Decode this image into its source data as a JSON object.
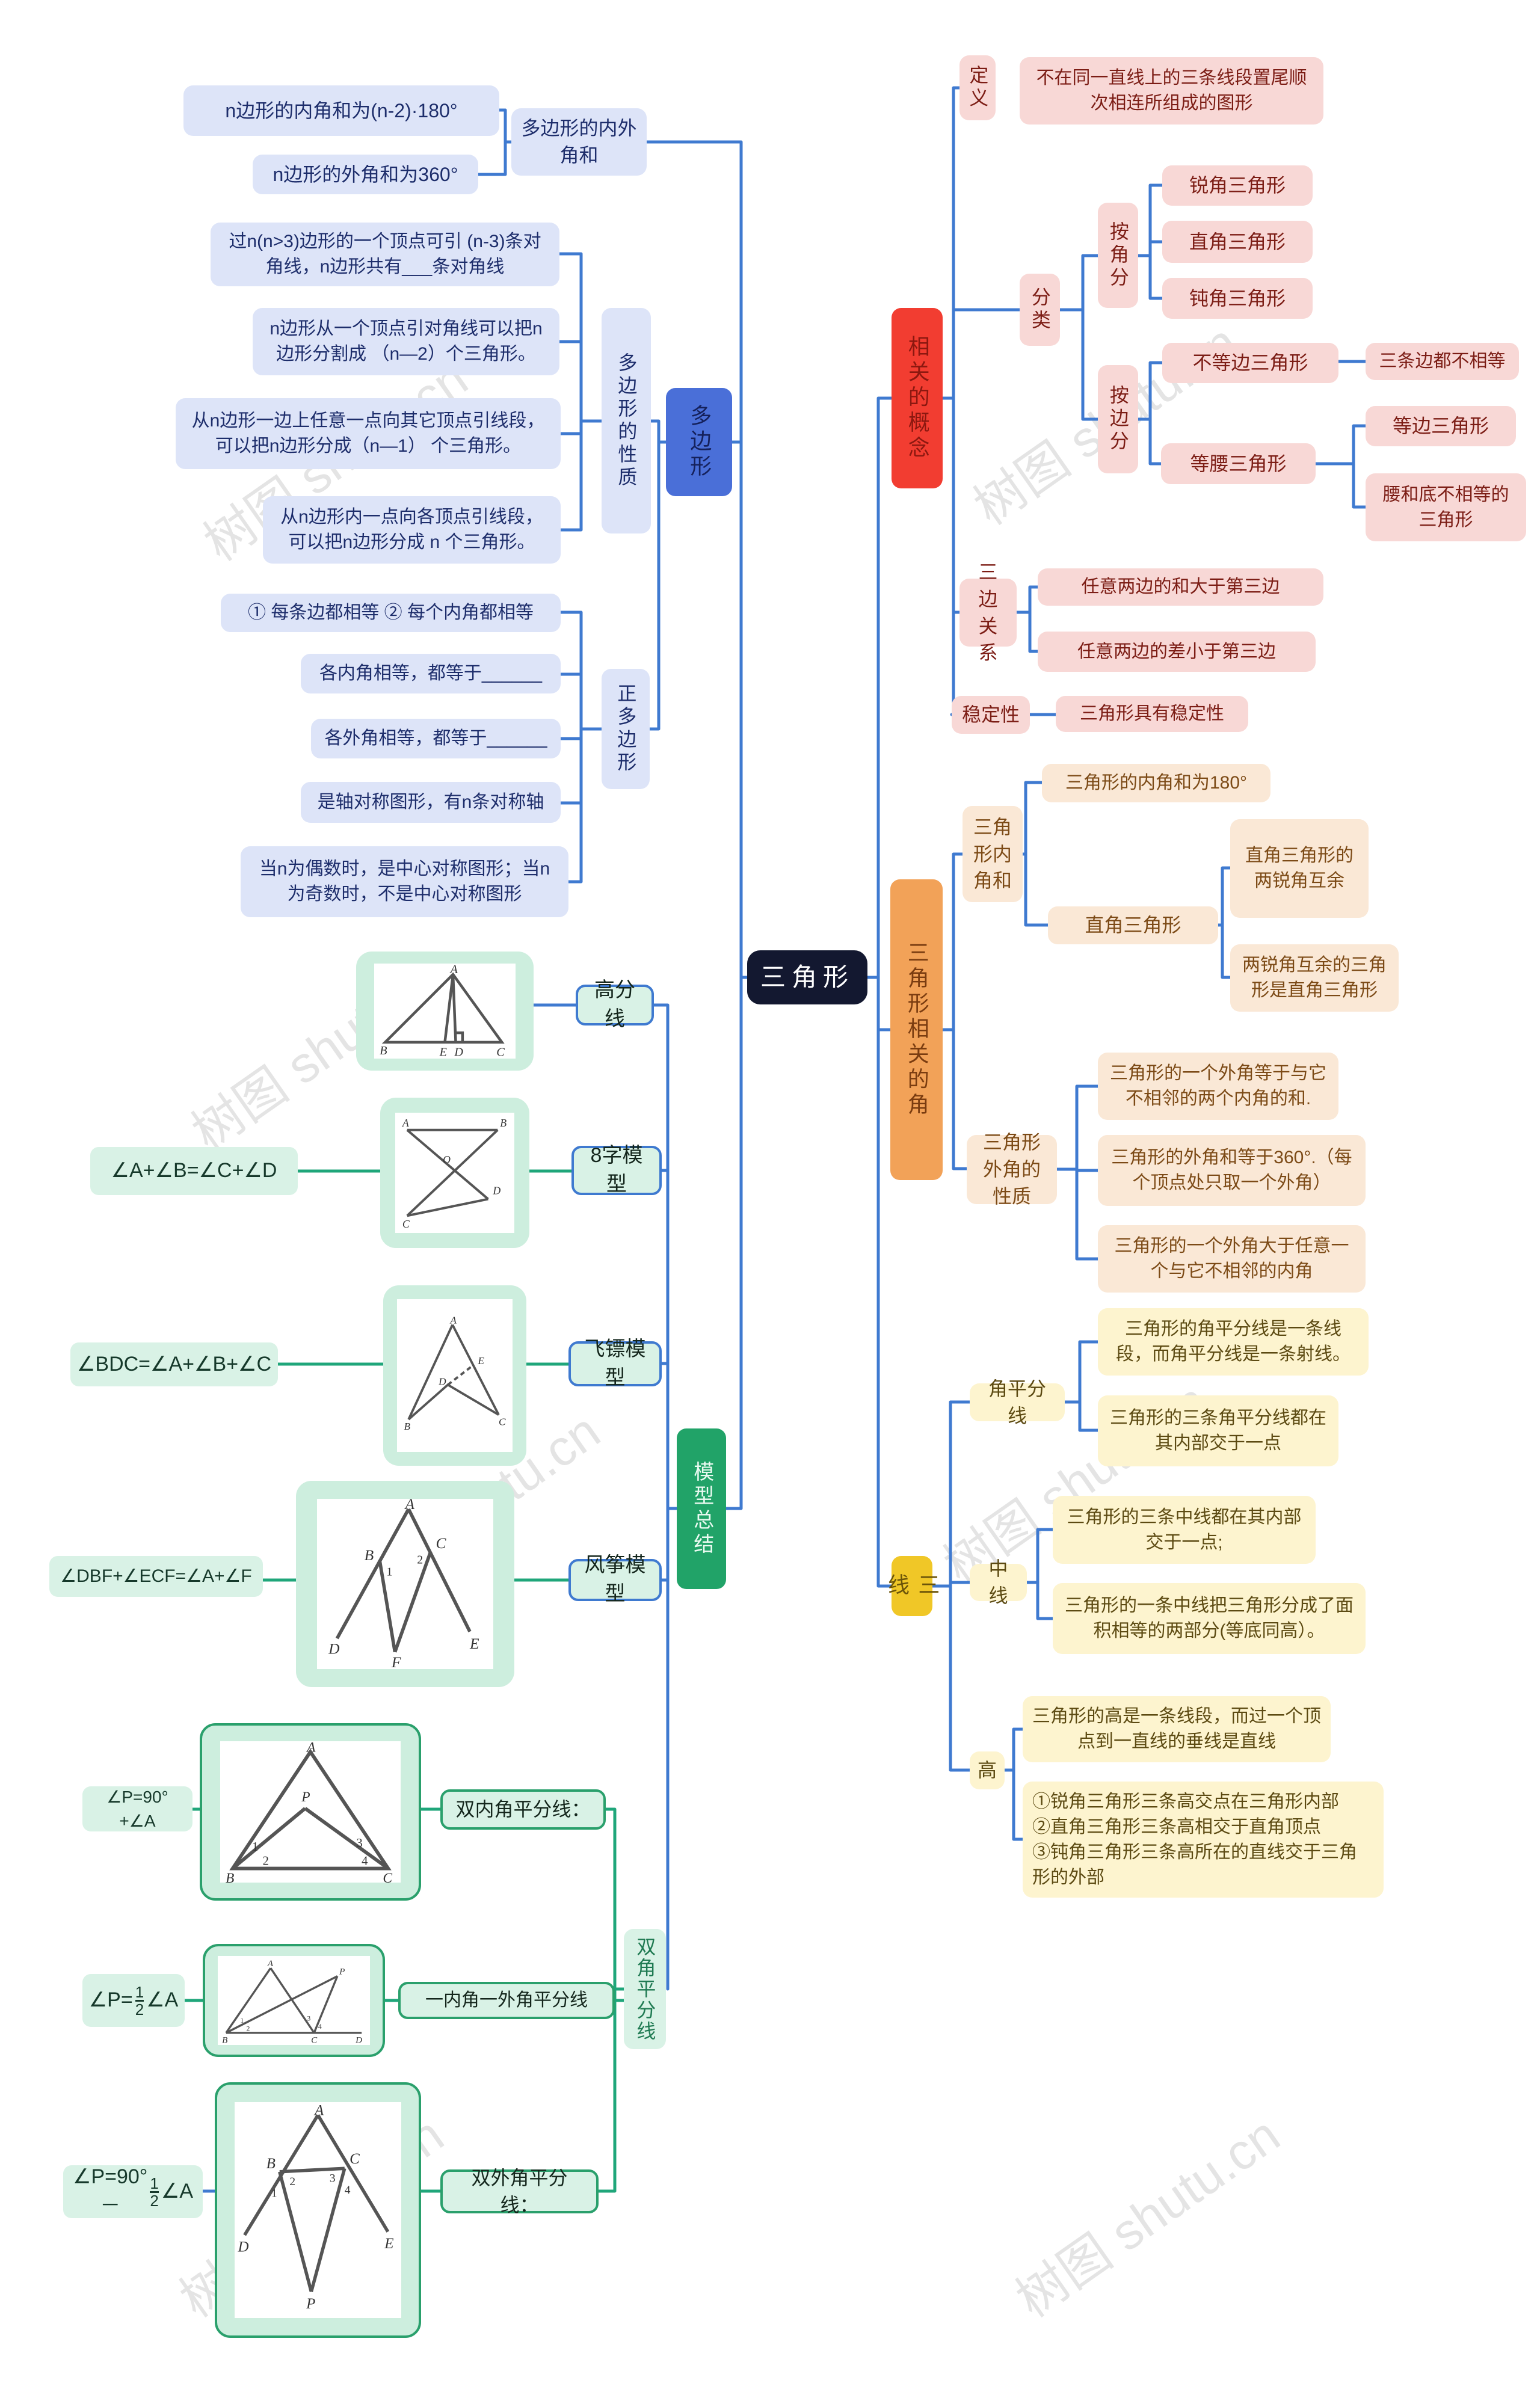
{
  "watermark": {
    "text": "树图 shutu.cn"
  },
  "root": {
    "label": "三角形"
  },
  "polygon": {
    "label": "多边形",
    "sum_node": "多边形的内外角和",
    "sum_items": [
      "n边形的内角和为(n-2)·180°",
      "n边形的外角和为360°"
    ],
    "props_node": "多边形的性质",
    "props_items": [
      "过n(n>3)边形的一个顶点可引 (n-3)条对角线，n边形共有___条对角线",
      "n边形从一个顶点引对角线可以把n边形分割成 （n—2）个三角形。",
      "从n边形一边上任意一点向其它顶点引线段，可以把n边形分成（n—1） 个三角形。",
      "从n边形内一点向各顶点引线段，可以把n边形分成 n 个三角形。"
    ],
    "regular_node": "正多边形",
    "regular_items": [
      "① 每条边都相等 ② 每个内角都相等",
      "各内角相等，都等于______",
      "各外角相等，都等于______",
      "是轴对称图形，有n条对称轴",
      "当n为偶数时，是中心对称图形；当n为奇数时，不是中心对称图形"
    ]
  },
  "concepts": {
    "label": "相关的概念",
    "definition_node": "定义",
    "definition_text": "不在同一直线上的三条线段置尾顺次相连所组成的图形",
    "classify_node": "分类",
    "by_angle_node": "按角分",
    "by_angle_items": [
      "锐角三角形",
      "直角三角形",
      "钝角三角形"
    ],
    "by_side_node": "按边分",
    "scalene": "不等边三角形",
    "scalene_note": "三条边都不相等",
    "isosceles": "等腰三角形",
    "equilateral": "等边三角形",
    "isosceles_note": "腰和底不相等的三角形",
    "sides_node": "三边关系",
    "sides_items": [
      "任意两边的和大于第三边",
      "任意两边的差小于第三边"
    ],
    "stability_node": "稳定性",
    "stability_text": "三角形具有稳定性"
  },
  "angles": {
    "label": "三角形相关的角",
    "interior_node": "三角形内角和",
    "interior_sum": "三角形的内角和为180°",
    "right_node": "直角三角形",
    "right_items": [
      "直角三角形的两锐角互余",
      "两锐角互余的三角形是直角三角形"
    ],
    "exterior_node": "三角形外角的性质",
    "exterior_items": [
      "三角形的一个外角等于与它不相邻的两个内角的和.",
      "三角形的外角和等于360°.（每个顶点处只取一个外角）",
      "三角形的一个外角大于任意一个与它不相邻的内角"
    ]
  },
  "lines3": {
    "label": "三线",
    "bisector_node": "角平分线",
    "bisector_items": [
      "三角形的角平分线是一条线段，而角平分线是一条射线。",
      "三角形的三条角平分线都在其内部交于一点"
    ],
    "median_node": "中线",
    "median_items": [
      "三角形的三条中线都在其内部交于一点;",
      "三角形的一条中线把三角形分成了面积相等的两部分(等底同高）。"
    ],
    "height_node": "高",
    "height_items": [
      "三角形的高是一条线段，而过一个顶点到一直线的垂线是直线",
      "①锐角三角形三条高交点在三角形内部　　②直角三角形三条高相交于直角顶点　　　　③钝角三角形三条高所在的直线交于三角形的外部"
    ]
  },
  "models": {
    "label": "模型总结",
    "height_label": "高分线",
    "eight_label": "8字模型",
    "eight_formula": "∠A+∠B=∠C+∠D",
    "dart_label": "飞镖模型",
    "dart_formula": "∠BDC=∠A+∠B+∠C",
    "kite_label": "风筝模型",
    "kite_formula": "∠DBF+∠ECF=∠A+∠F",
    "dbl_node": "双角平分线",
    "inner_label": "双内角平分线：",
    "inner_formula": "∠P=90°+∠A",
    "mixed_label": "一内角一外角平分线",
    "mixed_pre": "∠P=",
    "frac_num": "1",
    "frac_den": "2",
    "mixed_suf": "∠A",
    "outer_label": "双外角平分线：",
    "outer_pre": "∠P=90°－",
    "outer_suf": "∠A"
  },
  "figures": {
    "height": {
      "A": "A",
      "B": "B",
      "C": "C",
      "D": "D",
      "E": "E"
    },
    "eight": {
      "A": "A",
      "B": "B",
      "C": "C",
      "D": "D",
      "O": "O"
    },
    "dart": {
      "A": "A",
      "B": "B",
      "C": "C",
      "D": "D",
      "E": "E"
    },
    "kite": {
      "A": "A",
      "B": "B",
      "C": "C",
      "D": "D",
      "E": "E",
      "F": "F",
      "n1": "1",
      "n2": "2"
    },
    "dblint": {
      "A": "A",
      "B": "B",
      "C": "C",
      "P": "P",
      "n1": "1",
      "n2": "2",
      "n3": "3",
      "n4": "4"
    },
    "mixed": {
      "A": "A",
      "B": "B",
      "C": "C",
      "D": "D",
      "P": "P",
      "n1": "1",
      "n2": "2",
      "n3": "3",
      "n4": "4"
    },
    "dblext": {
      "A": "A",
      "B": "B",
      "C": "C",
      "D": "D",
      "E": "E",
      "P": "P",
      "n1": "1",
      "n2": "2",
      "n3": "3",
      "n4": "4"
    }
  }
}
